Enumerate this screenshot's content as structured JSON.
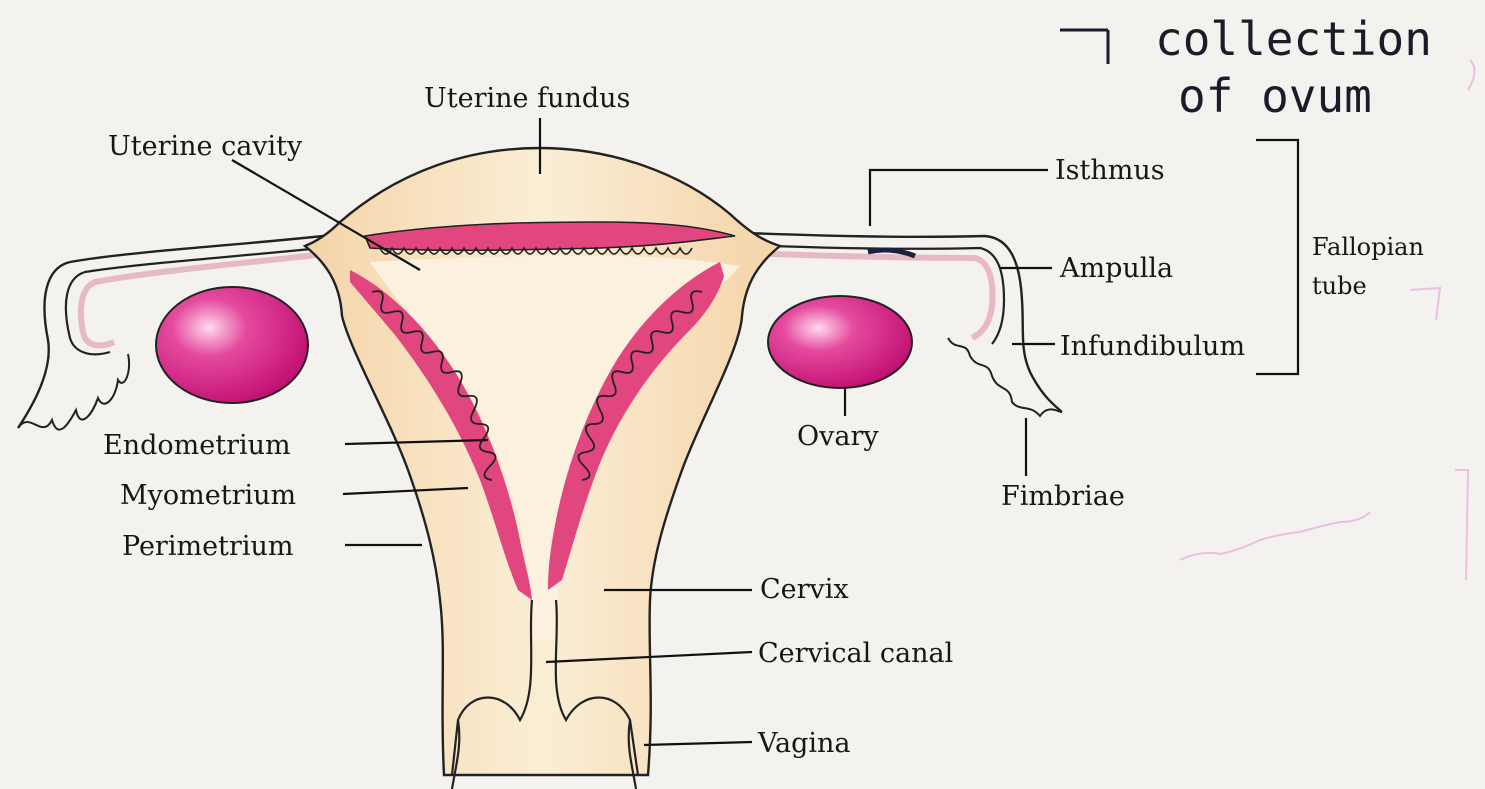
{
  "labels": {
    "uterine_fundus": "Uterine fundus",
    "uterine_cavity": "Uterine cavity",
    "isthmus": "Isthmus",
    "ampulla": "Ampulla",
    "infundibulum": "Infundibulum",
    "fallopian_line1": "Fallopian",
    "fallopian_line2": "tube",
    "ovary": "Ovary",
    "fimbriae": "Fimbriae",
    "endometrium": "Endometrium",
    "myometrium": "Myometrium",
    "perimetrium": "Perimetrium",
    "cervix": "Cervix",
    "cervical_canal": "Cervical canal",
    "vagina": "Vagina"
  },
  "handwriting": {
    "line1": "collection",
    "line2": "of ovum"
  },
  "colors": {
    "background": "#f3f2ee",
    "tissue": "#f6dfb5",
    "tissue_light": "#fbf0da",
    "endometrium": "#e2467f",
    "ovary": "#d1187c"
  }
}
